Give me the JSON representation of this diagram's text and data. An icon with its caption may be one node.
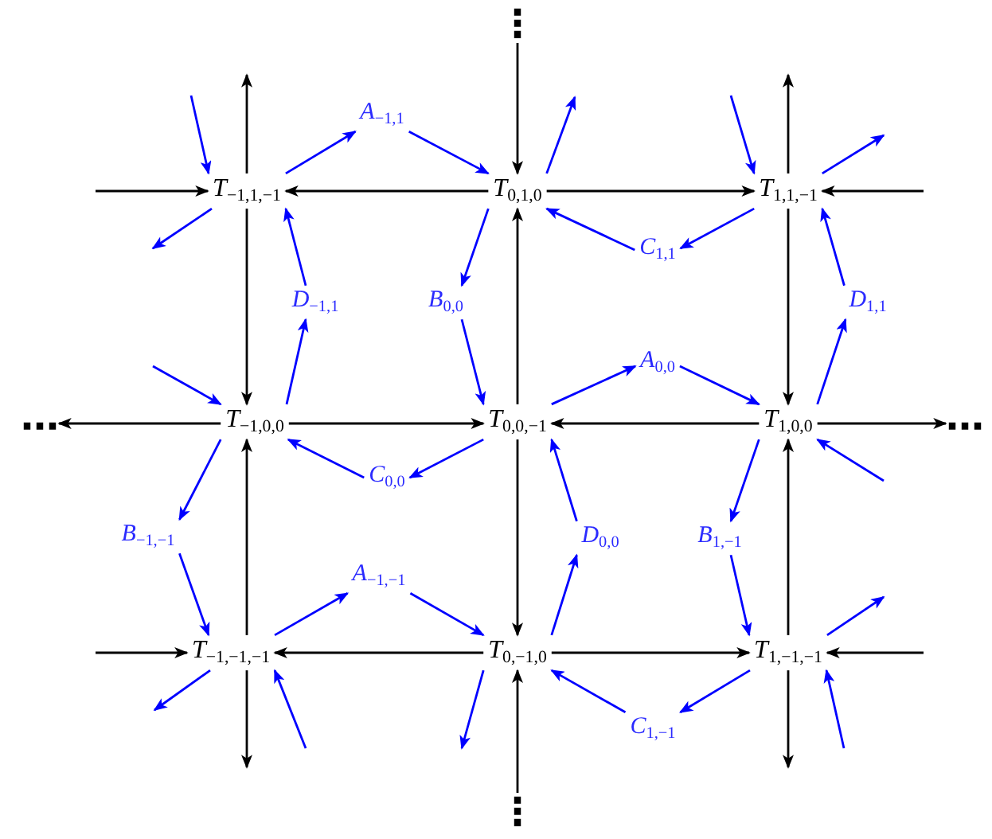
{
  "diagram": {
    "nodes": [
      {
        "text": [
          "⋮"
        ]
      },
      {
        "text": [
          "*A*$_{−1,1}$"
        ]
      },
      {
        "text": [
          "*T*$_{−1,1,−1}$"
        ]
      },
      {
        "text": [
          "*T*$_{0,1,0}$"
        ]
      },
      {
        "text": [
          "*T*$_{1,1,−1}$"
        ]
      },
      {
        "text": [
          "*C*$_{1,1}$"
        ]
      },
      {
        "text": [
          "*D*$_{−1,1}$"
        ]
      },
      {
        "text": [
          "*B*$_{0,0}$"
        ]
      },
      {
        "text": [
          "*D*$_{1,1}$"
        ]
      },
      {
        "text": [
          "*A*$_{0,0}$"
        ]
      },
      {
        "text": [
          "⋯"
        ]
      },
      {
        "text": [
          "*T*$_{−1,0,0}$"
        ]
      },
      {
        "text": [
          "*T*$_{0,0,−1}$"
        ]
      },
      {
        "text": [
          "*T*$_{1,0,0}$"
        ]
      },
      {
        "text": [
          "⋯"
        ]
      },
      {
        "text": [
          "*C*$_{0,0}$"
        ]
      },
      {
        "text": [
          "*B*$_{−1,−1}$"
        ]
      },
      {
        "text": [
          "*D*$_{0,0}$"
        ]
      },
      {
        "text": [
          "*B*$_{1,−1}$"
        ]
      },
      {
        "text": [
          "*A*$_{−1,−1}$"
        ]
      },
      {
        "text": [
          "*T*$_{−1,−1,−1}$"
        ]
      },
      {
        "text": [
          "*T*$_{0,−1,0}$"
        ]
      },
      {
        "text": [
          "*T*$_{1,−1,−1}$"
        ]
      },
      {
        "text": [
          "*C*$_{1,−1}$"
        ]
      },
      {
        "text": [
          "⋮"
        ]
      }
    ],
    "edges": [
      {
        "from": null,
        "to": 2,
        "arrow": "to",
        "color": "#000000"
      },
      {
        "from": 3,
        "to": 2,
        "arrow": "to",
        "color": "#000000"
      },
      {
        "from": 2,
        "to": null,
        "arrow": "to",
        "color": "#000000"
      },
      {
        "from": 2,
        "to": 11,
        "arrow": "to",
        "color": "#000000"
      },
      {
        "from": 0,
        "to": 3,
        "arrow": "to",
        "color": "#000000"
      },
      {
        "from": 3,
        "to": 4,
        "arrow": "to",
        "color": "#000000"
      },
      {
        "from": 12,
        "to": 3,
        "arrow": "to",
        "color": "#000000"
      },
      {
        "from": 4,
        "to": null,
        "arrow": "to",
        "color": "#000000"
      },
      {
        "from": null,
        "to": 4,
        "arrow": "to",
        "color": "#000000"
      },
      {
        "from": 4,
        "to": 13,
        "arrow": "to",
        "color": "#000000"
      },
      {
        "from": 11,
        "to": 10,
        "arrow": "to",
        "color": "#000000"
      },
      {
        "from": 11,
        "to": 12,
        "arrow": "to",
        "color": "#000000"
      },
      {
        "from": 13,
        "to": 12,
        "arrow": "to",
        "color": "#000000"
      },
      {
        "from": 13,
        "to": 14,
        "arrow": "to",
        "color": "#000000"
      },
      {
        "from": 20,
        "to": 11,
        "arrow": "to",
        "color": "#000000"
      },
      {
        "from": 12,
        "to": 21,
        "arrow": "to",
        "color": "#000000"
      },
      {
        "from": 22,
        "to": 13,
        "arrow": "to",
        "color": "#000000"
      },
      {
        "from": null,
        "to": 20,
        "arrow": "to",
        "color": "#000000"
      },
      {
        "from": 21,
        "to": 20,
        "arrow": "to",
        "color": "#000000"
      },
      {
        "from": 21,
        "to": 22,
        "arrow": "to",
        "color": "#000000"
      },
      {
        "from": null,
        "to": 22,
        "arrow": "to",
        "color": "#000000"
      },
      {
        "from": 20,
        "to": null,
        "arrow": "to",
        "color": "#000000"
      },
      {
        "from": 24,
        "to": 21,
        "arrow": "to",
        "color": "#000000"
      },
      {
        "from": 22,
        "to": null,
        "arrow": "to",
        "color": "#000000"
      },
      {
        "from": null,
        "to": 2,
        "arrow": "to"
      },
      {
        "from": 2,
        "to": 1,
        "arrow": "to"
      },
      {
        "from": 1,
        "to": 3,
        "arrow": "to"
      },
      {
        "from": 2,
        "to": null,
        "arrow": "to"
      },
      {
        "from": 6,
        "to": 2,
        "arrow": "to"
      },
      {
        "from": 11,
        "to": 6,
        "arrow": "to"
      },
      {
        "from": null,
        "to": 11,
        "arrow": "to"
      },
      {
        "from": 3,
        "to": 7,
        "arrow": "to"
      },
      {
        "from": 7,
        "to": 12,
        "arrow": "to"
      },
      {
        "from": 3,
        "to": null,
        "arrow": "to"
      },
      {
        "from": 5,
        "to": 3,
        "arrow": "to"
      },
      {
        "from": 4,
        "to": 5,
        "arrow": "to"
      },
      {
        "from": null,
        "to": 4,
        "arrow": "to"
      },
      {
        "from": 4,
        "to": null,
        "arrow": "to"
      },
      {
        "from": 8,
        "to": 4,
        "arrow": "to"
      },
      {
        "from": 13,
        "to": 8,
        "arrow": "to"
      },
      {
        "from": 12,
        "to": 9,
        "arrow": "to"
      },
      {
        "from": 9,
        "to": 13,
        "arrow": "to"
      },
      {
        "from": 11,
        "to": 16,
        "arrow": "to"
      },
      {
        "from": 16,
        "to": 20,
        "arrow": "to"
      },
      {
        "from": 15,
        "to": 11,
        "arrow": "to"
      },
      {
        "from": 12,
        "to": 15,
        "arrow": "to"
      },
      {
        "from": 17,
        "to": 12,
        "arrow": "to"
      },
      {
        "from": 21,
        "to": 17,
        "arrow": "to"
      },
      {
        "from": 13,
        "to": 18,
        "arrow": "to"
      },
      {
        "from": 18,
        "to": 22,
        "arrow": "to"
      },
      {
        "from": null,
        "to": 13,
        "arrow": "to"
      },
      {
        "from": 22,
        "to": null,
        "arrow": "to"
      },
      {
        "from": 20,
        "to": 19,
        "arrow": "to"
      },
      {
        "from": 19,
        "to": 21,
        "arrow": "to"
      },
      {
        "from": 20,
        "to": null,
        "arrow": "to"
      },
      {
        "from": null,
        "to": 20,
        "arrow": "to"
      },
      {
        "from": 21,
        "to": null,
        "arrow": "to"
      },
      {
        "from": 23,
        "to": 21,
        "arrow": "to"
      },
      {
        "from": 22,
        "to": 23,
        "arrow": "to"
      },
      {
        "from": null,
        "to": 22,
        "arrow": "to"
      }
    ]
  }
}
